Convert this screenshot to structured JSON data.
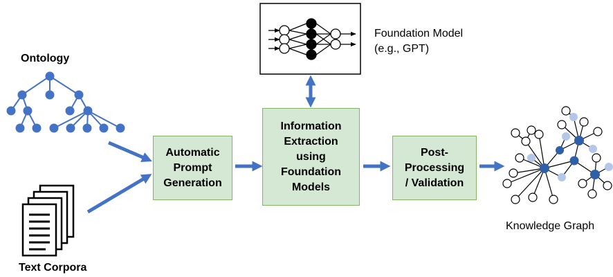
{
  "labels": {
    "ontology": "Ontology",
    "text_corpora": "Text Corpora",
    "foundation_model": "Foundation Model\n(e.g., GPT)",
    "knowledge_graph": "Knowledge Graph"
  },
  "steps": [
    "Automatic\nPrompt\nGeneration",
    "Information\nExtraction\nusing\nFoundation\nModels",
    "Post-\nProcessing\n/ Validation"
  ],
  "colors": {
    "node_blue": "#4472c4",
    "node_light": "#b4c7e7",
    "arrow": "#4472c4",
    "box_fill": "#d5e8d4",
    "box_border": "#82b366"
  }
}
